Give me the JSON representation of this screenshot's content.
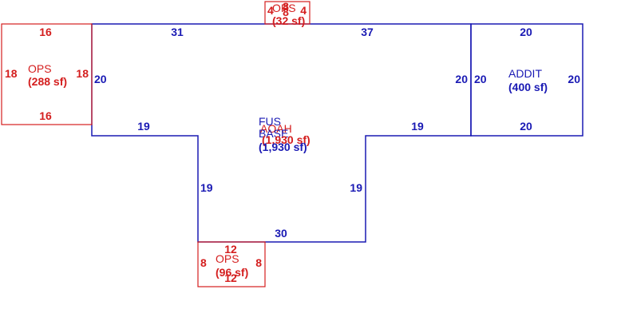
{
  "colors": {
    "blue": "#1a1ab4",
    "red": "#d41e1e"
  },
  "areas": {
    "main": {
      "name": "FUS",
      "name2": "BASE",
      "area": "(1,930 sf)"
    },
    "overlap": {
      "name": "AOAH",
      "area": "(1,930 sf)"
    },
    "addit": {
      "name": "ADDIT",
      "area": "(400 sf)"
    },
    "ops_left": {
      "name": "OPS",
      "area": "(288 sf)"
    },
    "ops_top": {
      "name": "OPS",
      "area": "(32 sf)"
    },
    "ops_bottom": {
      "name": "OPS",
      "area": "(96 sf)"
    }
  },
  "dims": {
    "main_top_left": "31",
    "main_top_right": "37",
    "main_left": "20",
    "main_right": "20",
    "main_step_left": "19",
    "main_step_right": "19",
    "main_leg_left": "19",
    "main_leg_right": "19",
    "main_bottom": "30",
    "addit_top": "20",
    "addit_bottom": "20",
    "addit_left": "20",
    "addit_right": "20",
    "ops_left_top": "16",
    "ops_left_bottom": "16",
    "ops_left_left": "18",
    "ops_left_right": "18",
    "ops_top_left": "4",
    "ops_top_right": "4",
    "ops_top_top": "8",
    "ops_top_bottom": "8",
    "ops_bottom_top": "12",
    "ops_bottom_bottom": "12",
    "ops_bottom_left": "8",
    "ops_bottom_right": "8"
  }
}
